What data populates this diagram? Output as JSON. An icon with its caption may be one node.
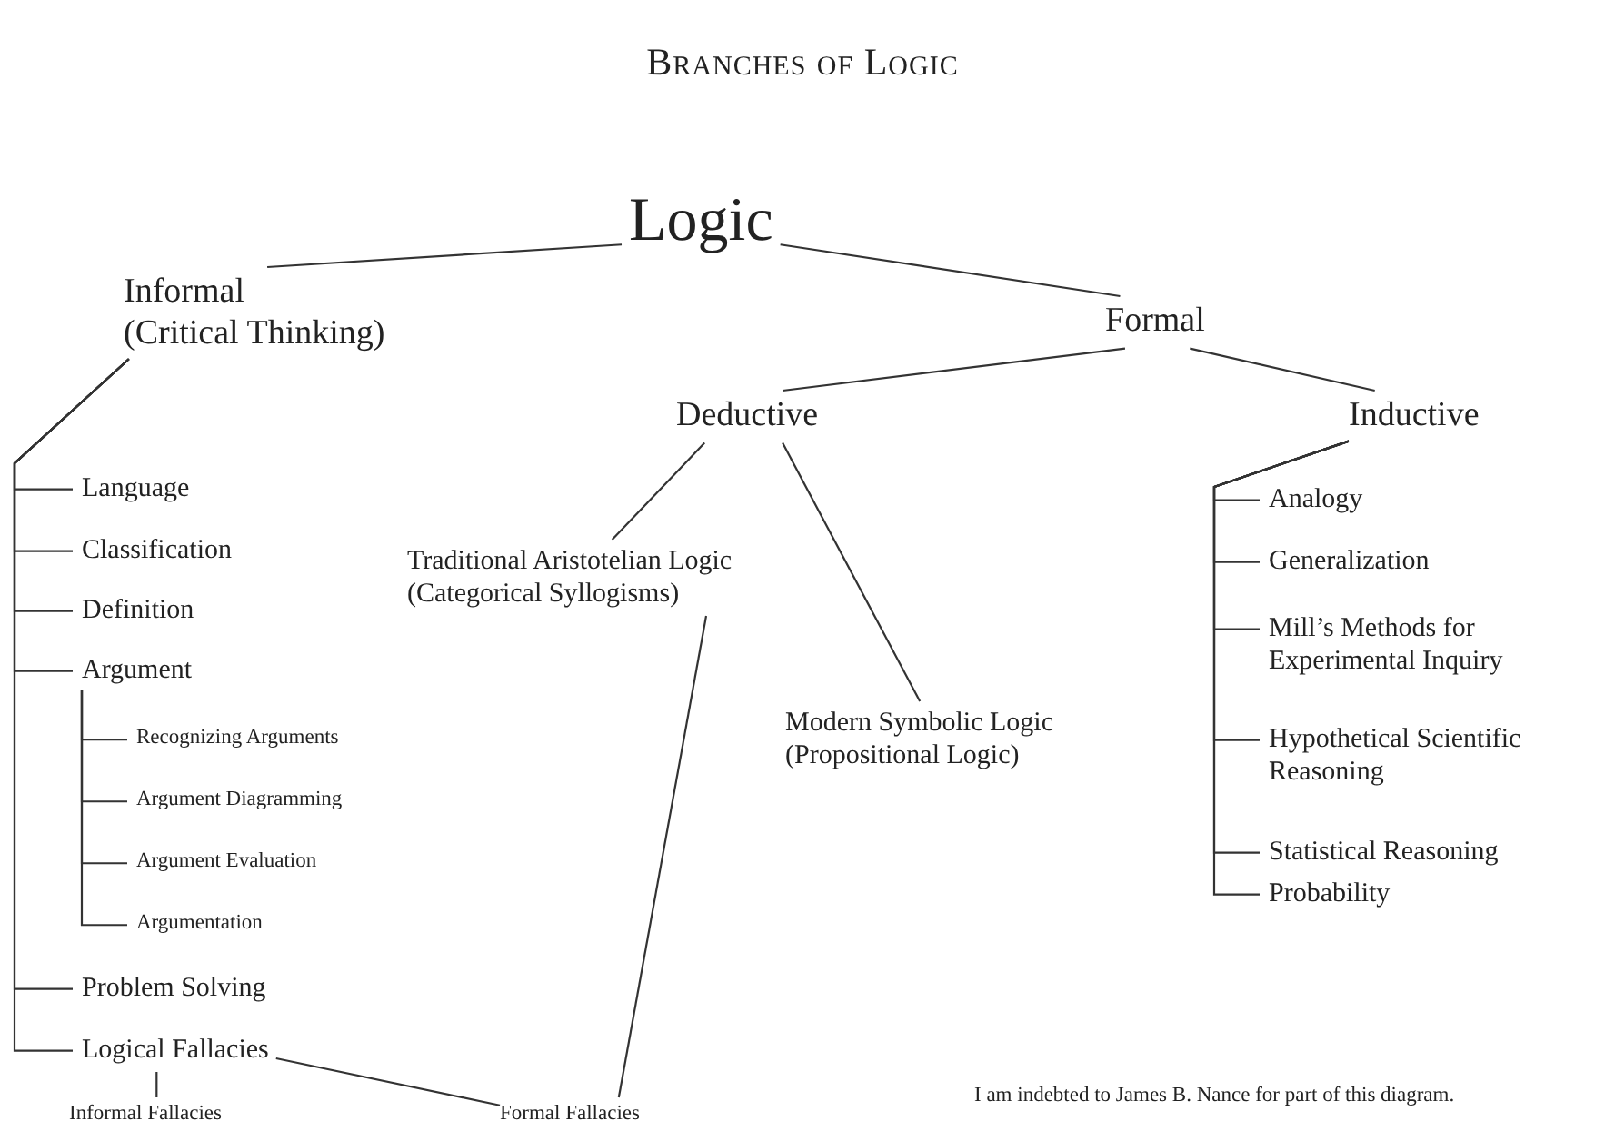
{
  "diagram": {
    "title": "Branches of Logic",
    "nodes": [
      {
        "text": [
          "Logic"
        ]
      },
      {
        "text": [
          "Informal (Critical Thinking)"
        ]
      },
      {
        "text": [
          "Formal"
        ]
      },
      {
        "text": [
          "Deductive"
        ]
      },
      {
        "text": [
          "Inductive"
        ]
      },
      {
        "text": [
          "Traditional Aristotelian Logic (Categorical Syllogisms)"
        ]
      },
      {
        "text": [
          "Modern Symbolic Logic (Propositional Logic)"
        ]
      },
      {
        "text": [
          "Language"
        ]
      },
      {
        "text": [
          "Classification"
        ]
      },
      {
        "text": [
          "Definition"
        ]
      },
      {
        "text": [
          "Argument"
        ]
      },
      {
        "text": [
          "Recognizing Arguments"
        ]
      },
      {
        "text": [
          "Argument Diagramming"
        ]
      },
      {
        "text": [
          "Argument Evaluation"
        ]
      },
      {
        "text": [
          "Argumentation"
        ]
      },
      {
        "text": [
          "Problem Solving"
        ]
      },
      {
        "text": [
          "Logical Fallacies"
        ]
      },
      {
        "text": [
          "Informal Fallacies"
        ]
      },
      {
        "text": [
          "Formal Fallacies"
        ]
      },
      {
        "text": [
          "Analogy"
        ]
      },
      {
        "text": [
          "Generalization"
        ]
      },
      {
        "text": [
          "Mill’s Methods for Experimental Inquiry"
        ]
      },
      {
        "text": [
          "Hypothetical Scientific Reasoning"
        ]
      },
      {
        "text": [
          "Statistical Reasoning"
        ]
      },
      {
        "text": [
          "Probability"
        ]
      }
    ],
    "edges": [
      {
        "from": 0,
        "to": 1,
        "arrow": "none"
      },
      {
        "from": 0,
        "to": 2,
        "arrow": "none"
      },
      {
        "from": 2,
        "to": 3,
        "arrow": "none"
      },
      {
        "from": 2,
        "to": 4,
        "arrow": "none"
      },
      {
        "from": 3,
        "to": 5,
        "arrow": "none"
      },
      {
        "from": 3,
        "to": 6,
        "arrow": "none"
      },
      {
        "from": 5,
        "to": 18,
        "arrow": "none"
      },
      {
        "from": 16,
        "to": 17,
        "arrow": "none"
      },
      {
        "from": 16,
        "to": 18,
        "arrow": "none"
      },
      {
        "from": 1,
        "to": 7,
        "arrow": "none"
      },
      {
        "from": 1,
        "to": 8,
        "arrow": "none"
      },
      {
        "from": 1,
        "to": 9,
        "arrow": "none"
      },
      {
        "from": 1,
        "to": 10,
        "arrow": "none"
      },
      {
        "from": 1,
        "to": 15,
        "arrow": "none"
      },
      {
        "from": 1,
        "to": 16,
        "arrow": "none"
      },
      {
        "from": 10,
        "to": 11,
        "arrow": "none"
      },
      {
        "from": 10,
        "to": 12,
        "arrow": "none"
      },
      {
        "from": 10,
        "to": 13,
        "arrow": "none"
      },
      {
        "from": 10,
        "to": 14,
        "arrow": "none"
      },
      {
        "from": 4,
        "to": 19,
        "arrow": "none"
      },
      {
        "from": 4,
        "to": 20,
        "arrow": "none"
      },
      {
        "from": 4,
        "to": 21,
        "arrow": "none"
      },
      {
        "from": 4,
        "to": 22,
        "arrow": "none"
      },
      {
        "from": 4,
        "to": 23,
        "arrow": "none"
      },
      {
        "from": 4,
        "to": 24,
        "arrow": "none"
      }
    ],
    "labels": [
      "I am indebted to James B. Nance for part of this diagram."
    ]
  }
}
